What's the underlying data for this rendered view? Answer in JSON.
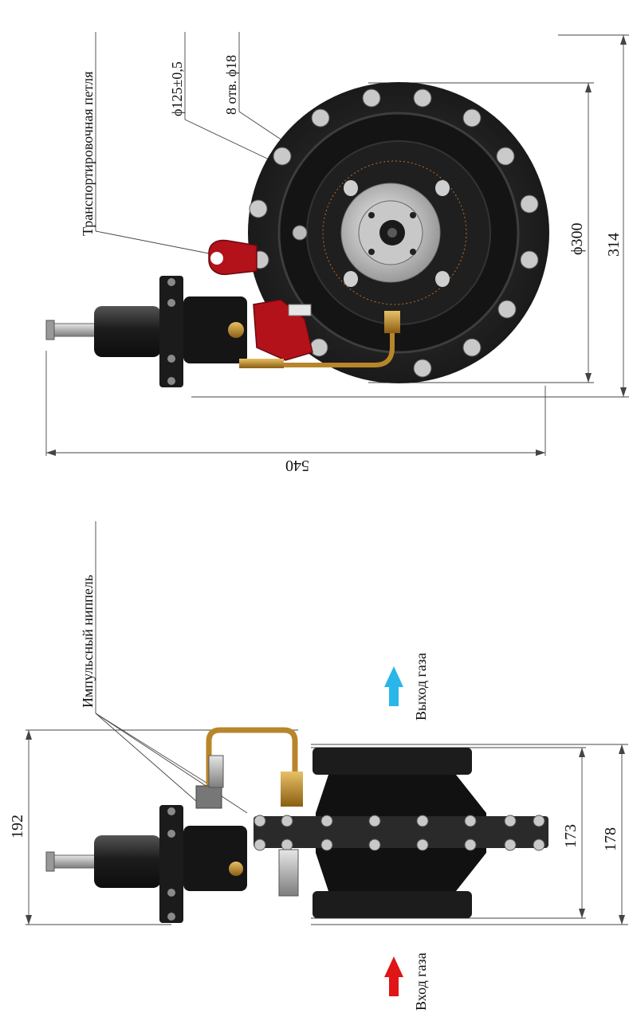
{
  "labels": {
    "transport_loop": "Транспортировочная петля",
    "dia_125": "ϕ125±0,5",
    "holes": "8 отв. ϕ18",
    "dia_300": "ϕ300",
    "dim_314": "314",
    "dim_540": "540",
    "impulse_nipple": "Импульсный ниппель",
    "gas_out": "Выход газа",
    "gas_in": "Вход газа",
    "dim_192": "192",
    "dim_173": "173",
    "dim_178": "178"
  },
  "colors": {
    "body_dark": "#1e1e1e",
    "flange": "#2b2b2b",
    "loop_red": "#b3121a",
    "brass": "#b8862a",
    "arrow_out": "#29b6e8",
    "arrow_in": "#e01515",
    "dim_line": "#444444"
  },
  "icons": {
    "gas_out_arrow": "arrow-up-icon",
    "gas_in_arrow": "arrow-up-icon"
  }
}
